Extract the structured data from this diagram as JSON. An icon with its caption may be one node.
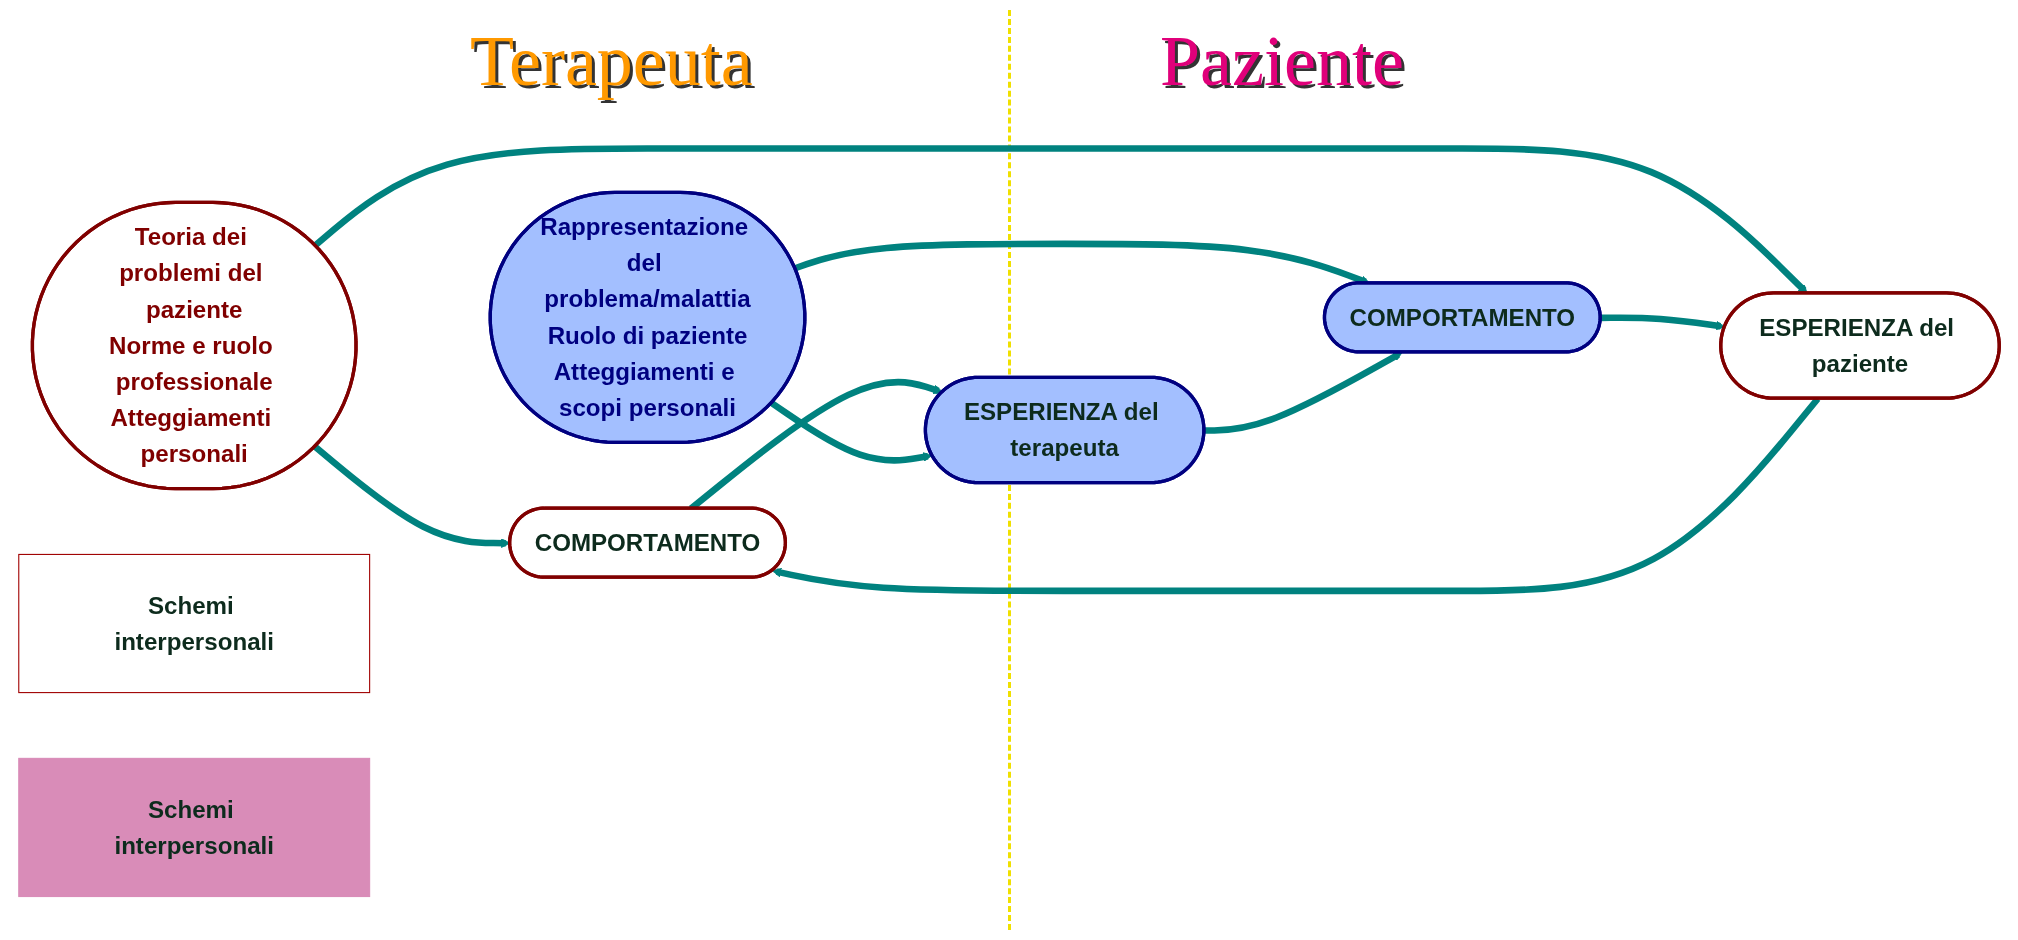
{
  "diagram": {
    "nodes": [
      {
        "text": [
          "Teoria dei problemi del paziente",
          "Norme e ruolo professionale",
          "Atteggiamenti personali"
        ]
      },
      {
        "text": [
          "COMPORTAMENTO"
        ]
      },
      {
        "text": [
          "Schemi interpersonali"
        ]
      },
      {
        "text": [
          "ESPERIENZA del paziente"
        ]
      },
      {
        "text": [
          "COMPORTAMENTO"
        ]
      },
      {
        "text": [
          "Schemi interpersonali"
        ]
      },
      {
        "text": [
          "Rappresentazione del problema/malattia",
          "Ruolo di paziente",
          "Atteggiamenti e scopi personali"
        ]
      },
      {
        "text": [
          "ESPERIENZA del terapeuta"
        ]
      }
    ],
    "edges": [
      {
        "from": 0,
        "to": 1,
        "arrow": "to"
      },
      {
        "from": 0,
        "to": 3,
        "arrow": "to"
      },
      {
        "from": 3,
        "to": 1,
        "arrow": "to"
      },
      {
        "from": 1,
        "to": 7,
        "arrow": "to"
      },
      {
        "from": 4,
        "to": 3,
        "arrow": "to"
      },
      {
        "from": 6,
        "to": 4,
        "arrow": "to"
      },
      {
        "from": 6,
        "to": 7,
        "arrow": "to"
      },
      {
        "from": 7,
        "to": 4,
        "arrow": "to"
      }
    ],
    "labels": [
      "Terapeuta",
      "Paziente"
    ]
  }
}
